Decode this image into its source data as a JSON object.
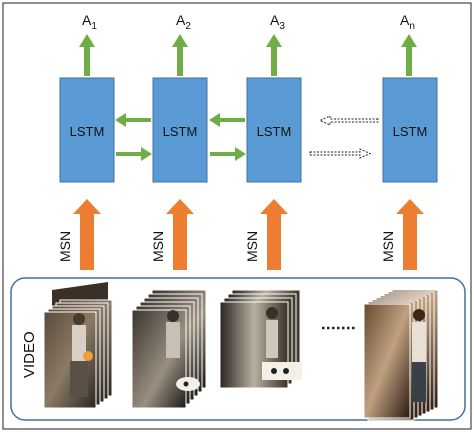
{
  "diagram": {
    "outputs": [
      {
        "letter": "A",
        "sub": "1"
      },
      {
        "letter": "A",
        "sub": "2"
      },
      {
        "letter": "A",
        "sub": "3"
      },
      {
        "letter": "A",
        "sub": "n"
      }
    ],
    "lstm_label": "LSTM",
    "feature_label": "MSN",
    "input_label": "VIDEO",
    "colors": {
      "lstm_fill": "#5b9bd5",
      "lstm_stroke": "#41719c",
      "output_arrow": "#70ad47",
      "recurrent_arrow": "#70ad47",
      "msn_arrow": "#ed7d31",
      "video_box_stroke": "#41719c",
      "frame_border": "#ffffff"
    },
    "icons": {
      "output_arrow": "arrow-up-icon",
      "recurrent_arrow": "arrow-horizontal-icon",
      "msn_arrow": "block-arrow-up-icon",
      "ellipsis": "dotted-line-icon"
    }
  }
}
